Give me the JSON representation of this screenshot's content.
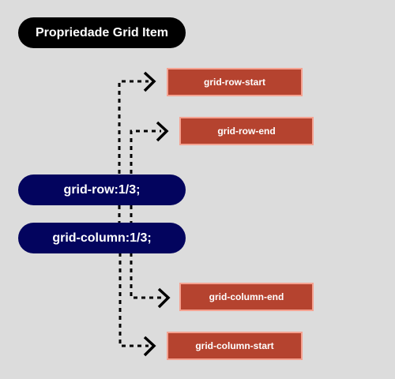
{
  "title": "Propriedade Grid Item",
  "properties": {
    "row": "grid-row:1/3;",
    "column": "grid-column:1/3;"
  },
  "targets": {
    "row_start": "grid-row-start",
    "row_end": "grid-row-end",
    "column_end": "grid-column-end",
    "column_start": "grid-column-start"
  },
  "colors": {
    "background": "#dcdcdc",
    "title_pill": "#000000",
    "property_pill": "#03045e",
    "target_box": "#b5432f",
    "target_border": "#f5a291"
  }
}
